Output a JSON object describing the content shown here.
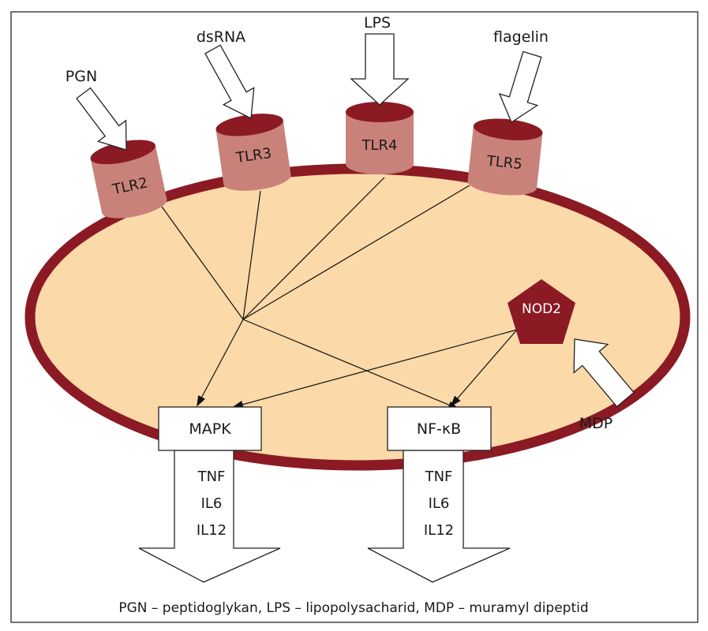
{
  "ligands": {
    "pgn": "PGN",
    "dsrna": "dsRNA",
    "lps": "LPS",
    "flagelin": "flagelin",
    "mdp": "MDP"
  },
  "receptors": {
    "tlr2": "TLR2",
    "tlr3": "TLR3",
    "tlr4": "TLR4",
    "tlr5": "TLR5",
    "nod2": "NOD2"
  },
  "pathways": {
    "mapk": "MAPK",
    "nfkb": "NF-κB"
  },
  "cytokines_left": [
    "TNF",
    "IL6",
    "IL12"
  ],
  "cytokines_right": [
    "TNF",
    "IL6",
    "IL12"
  ],
  "caption": "PGN – peptidoglykan, LPS – lipopolysacharid, MDP – muramyl dipeptid",
  "colors": {
    "membrane": "#8b1a24",
    "cytoplasm": "#fbd9a8",
    "receptor_body": "#c9827a",
    "receptor_top": "#8b1a24",
    "nod2_fill": "#8b1a24",
    "line": "#111111"
  }
}
